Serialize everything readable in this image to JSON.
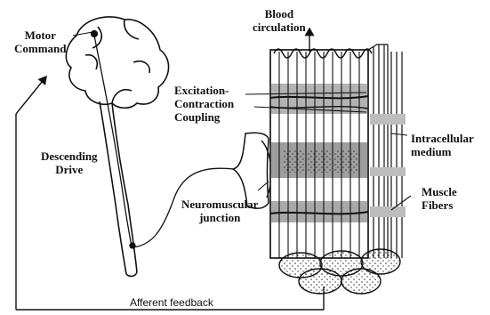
{
  "labels": {
    "motor_command": [
      "Motor",
      "Command"
    ],
    "descending_drive": [
      "Descending",
      "Drive"
    ],
    "blood_circulation": [
      "Blood",
      "circulation"
    ],
    "excitation_contraction": [
      "Excitation-",
      "Contraction",
      "Coupling"
    ],
    "intracellular_medium": [
      "Intracellular",
      "medium"
    ],
    "neuromuscular_junction": [
      "Neuromuscular",
      "junction"
    ],
    "muscle_fibers": [
      "Muscle",
      "Fibers"
    ],
    "afferent_feedback": "Afferent feedback"
  }
}
